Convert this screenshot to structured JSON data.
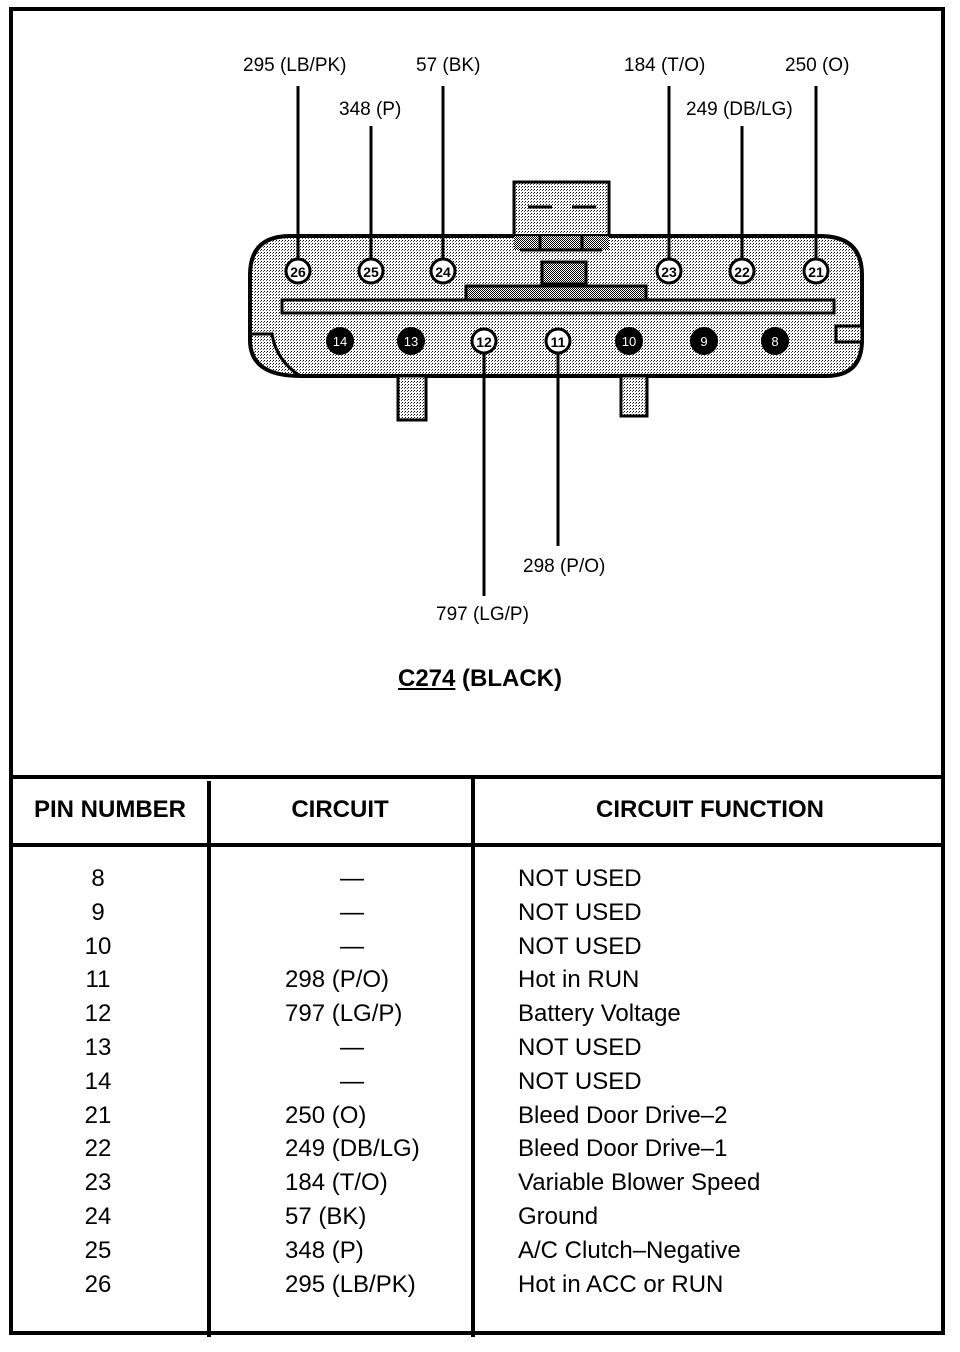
{
  "connector": {
    "id": "C274",
    "color_label": "(BLACK)",
    "top_row_pins": [
      {
        "pin": "26",
        "circuit": "295 (LB/PK)",
        "used": true
      },
      {
        "pin": "25",
        "circuit": "348 (P)",
        "used": true
      },
      {
        "pin": "24",
        "circuit": "57 (BK)",
        "used": true
      },
      {
        "pin": "23",
        "circuit": "184 (T/O)",
        "used": true
      },
      {
        "pin": "22",
        "circuit": "249 (DB/LG)",
        "used": true
      },
      {
        "pin": "21",
        "circuit": "250 (O)",
        "used": true
      }
    ],
    "bottom_row_pins": [
      {
        "pin": "14",
        "circuit": "",
        "used": false
      },
      {
        "pin": "13",
        "circuit": "",
        "used": false
      },
      {
        "pin": "12",
        "circuit": "797 (LG/P)",
        "used": true
      },
      {
        "pin": "11",
        "circuit": "298 (P/O)",
        "used": true
      },
      {
        "pin": "10",
        "circuit": "",
        "used": false
      },
      {
        "pin": "9",
        "circuit": "",
        "used": false
      },
      {
        "pin": "8",
        "circuit": "",
        "used": false
      }
    ]
  },
  "wire_labels": {
    "p26": "295 (LB/PK)",
    "p25": "348 (P)",
    "p24": "57 (BK)",
    "p23": "184 (T/O)",
    "p22": "249 (DB/LG)",
    "p21": "250 (O)",
    "p11": "298 (P/O)",
    "p12": "797 (LG/P)"
  },
  "table": {
    "headers": [
      "PIN NUMBER",
      "CIRCUIT",
      "CIRCUIT FUNCTION"
    ],
    "rows": [
      {
        "pin": "8",
        "circuit": "—",
        "function": "NOT USED"
      },
      {
        "pin": "9",
        "circuit": "—",
        "function": "NOT USED"
      },
      {
        "pin": "10",
        "circuit": "—",
        "function": "NOT USED"
      },
      {
        "pin": "11",
        "circuit": "298 (P/O)",
        "function": "Hot in RUN"
      },
      {
        "pin": "12",
        "circuit": "797 (LG/P)",
        "function": "Battery Voltage"
      },
      {
        "pin": "13",
        "circuit": "—",
        "function": "NOT USED"
      },
      {
        "pin": "14",
        "circuit": "—",
        "function": "NOT USED"
      },
      {
        "pin": "21",
        "circuit": "250 (O)",
        "function": "Bleed Door Drive–2"
      },
      {
        "pin": "22",
        "circuit": "249 (DB/LG)",
        "function": "Bleed Door Drive–1"
      },
      {
        "pin": "23",
        "circuit": "184 (T/O)",
        "function": "Variable Blower Speed"
      },
      {
        "pin": "24",
        "circuit": "57 (BK)",
        "function": "Ground"
      },
      {
        "pin": "25",
        "circuit": "348 (P)",
        "function": "A/C Clutch–Negative"
      },
      {
        "pin": "26",
        "circuit": "295 (LB/PK)",
        "function": "Hot in ACC or RUN"
      }
    ]
  }
}
